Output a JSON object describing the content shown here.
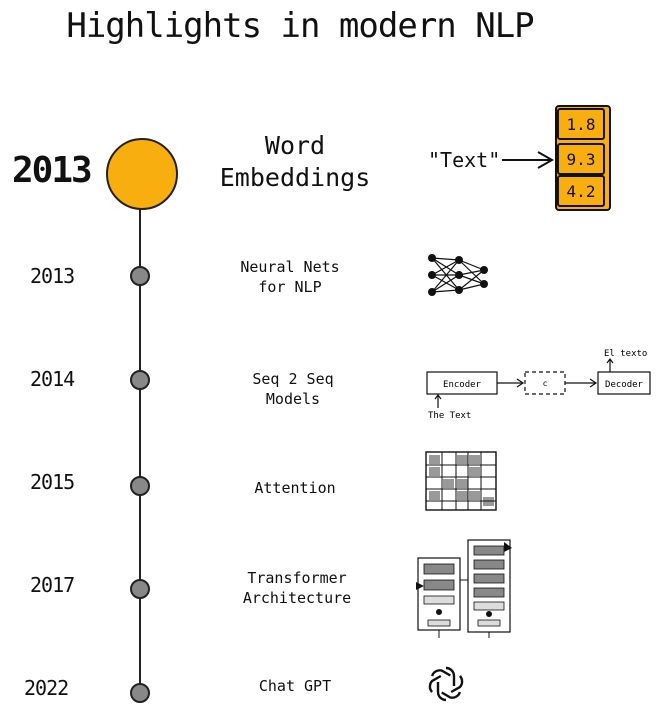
{
  "title": "Highlights in modern NLP",
  "milestones": [
    {
      "year": "2013",
      "label_line1": "Word",
      "label_line2": "Embeddings"
    },
    {
      "year": "2013",
      "label_line1": "Neural Nets",
      "label_line2": "for NLP"
    },
    {
      "year": "2014",
      "label_line1": "Seq 2 Seq",
      "label_line2": "Models"
    },
    {
      "year": "2015",
      "label_line1": "Attention",
      "label_line2": ""
    },
    {
      "year": "2017",
      "label_line1": "Transformer",
      "label_line2": "Architecture"
    },
    {
      "year": "2022",
      "label_line1": "Chat GPT",
      "label_line2": ""
    }
  ],
  "embedding": {
    "text": "\"Text\"",
    "values": [
      "1.8",
      "9.3",
      "4.2"
    ]
  },
  "seq2seq": {
    "encoder": "Encoder",
    "context": "c",
    "decoder": "Decoder",
    "input": "The Text",
    "output": "El texto"
  },
  "colors": {
    "accent": "#f8ae0f",
    "dot": "#888888",
    "line": "#222222"
  }
}
